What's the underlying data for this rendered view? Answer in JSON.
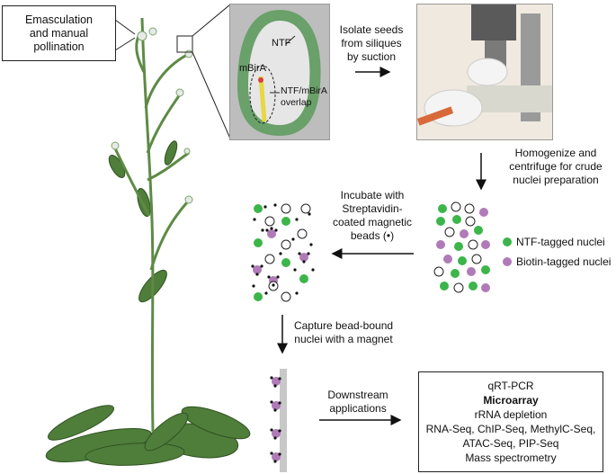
{
  "emasculation_box": {
    "line1": "Emasculation",
    "line2": "and manual",
    "line3": "pollination"
  },
  "seed_labels": {
    "ntf": "NTF",
    "mbira": "mBirA",
    "overlap_line1": "NTF/mBirA",
    "overlap_line2": "overlap"
  },
  "steps": {
    "isolate": [
      "Isolate seeds",
      "from siliques",
      "by suction"
    ],
    "homogenize": [
      "Homogenize and",
      "centrifuge for crude",
      "nuclei preparation"
    ],
    "incubate": [
      "Incubate with",
      "Streptavidin-",
      "coated magnetic",
      "beads (•)"
    ],
    "capture": [
      "Capture bead-bound",
      "nuclei with a magnet"
    ],
    "downstream": [
      "Downstream",
      "applications"
    ]
  },
  "legend": {
    "ntf_tagged": "NTF-tagged nuclei",
    "biotin_tagged": "Biotin-tagged nuclei"
  },
  "applications": [
    "qRT-PCR",
    "Microarray",
    "rRNA depletion",
    "RNA-Seq, ChIP-Seq, MethylC-Seq,",
    "ATAC-Seq, PIP-Seq",
    "Mass spectrometry"
  ],
  "colors": {
    "ntf_green": "#3cb54a",
    "biotin_purple": "#b07ab8",
    "seed_green": "#6aa06a",
    "plant_green": "#4f7d3a",
    "magnet_gray": "#c8c8c8"
  }
}
